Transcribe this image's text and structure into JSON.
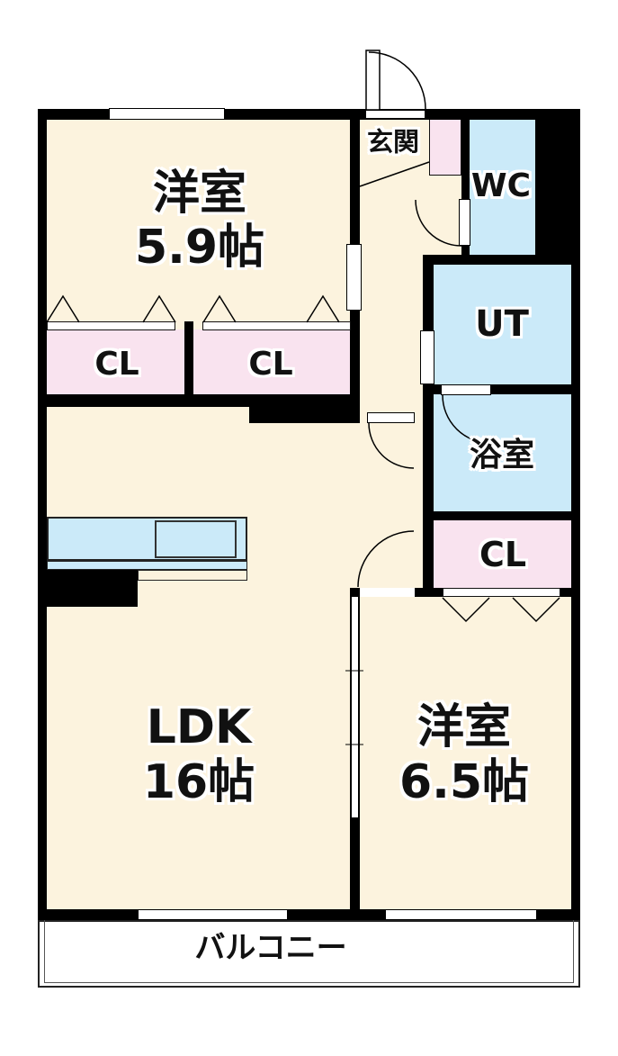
{
  "plan": {
    "title": "apartment-floor-plan",
    "rooms": {
      "western_room_1": {
        "name": "洋室",
        "size": "5.9帖"
      },
      "entrance": {
        "name": "玄関"
      },
      "toilet": {
        "name": "WC"
      },
      "utility": {
        "name": "UT"
      },
      "bathroom": {
        "name": "浴室"
      },
      "closet_top_left": {
        "name": "CL"
      },
      "closet_top_right": {
        "name": "CL"
      },
      "closet_right": {
        "name": "CL"
      },
      "ldk": {
        "name": "LDK",
        "size": "16帖"
      },
      "western_room_2": {
        "name": "洋室",
        "size": "6.5帖"
      },
      "balcony": {
        "name": "バルコニー"
      }
    },
    "colors": {
      "floor": "#FCF3DE",
      "wet_area": "#CBEAF9",
      "closet": "#F9E3EF",
      "wall": "#000000",
      "balcony_line": "#222222",
      "kitchen_counter": "#CBEAF9"
    }
  }
}
